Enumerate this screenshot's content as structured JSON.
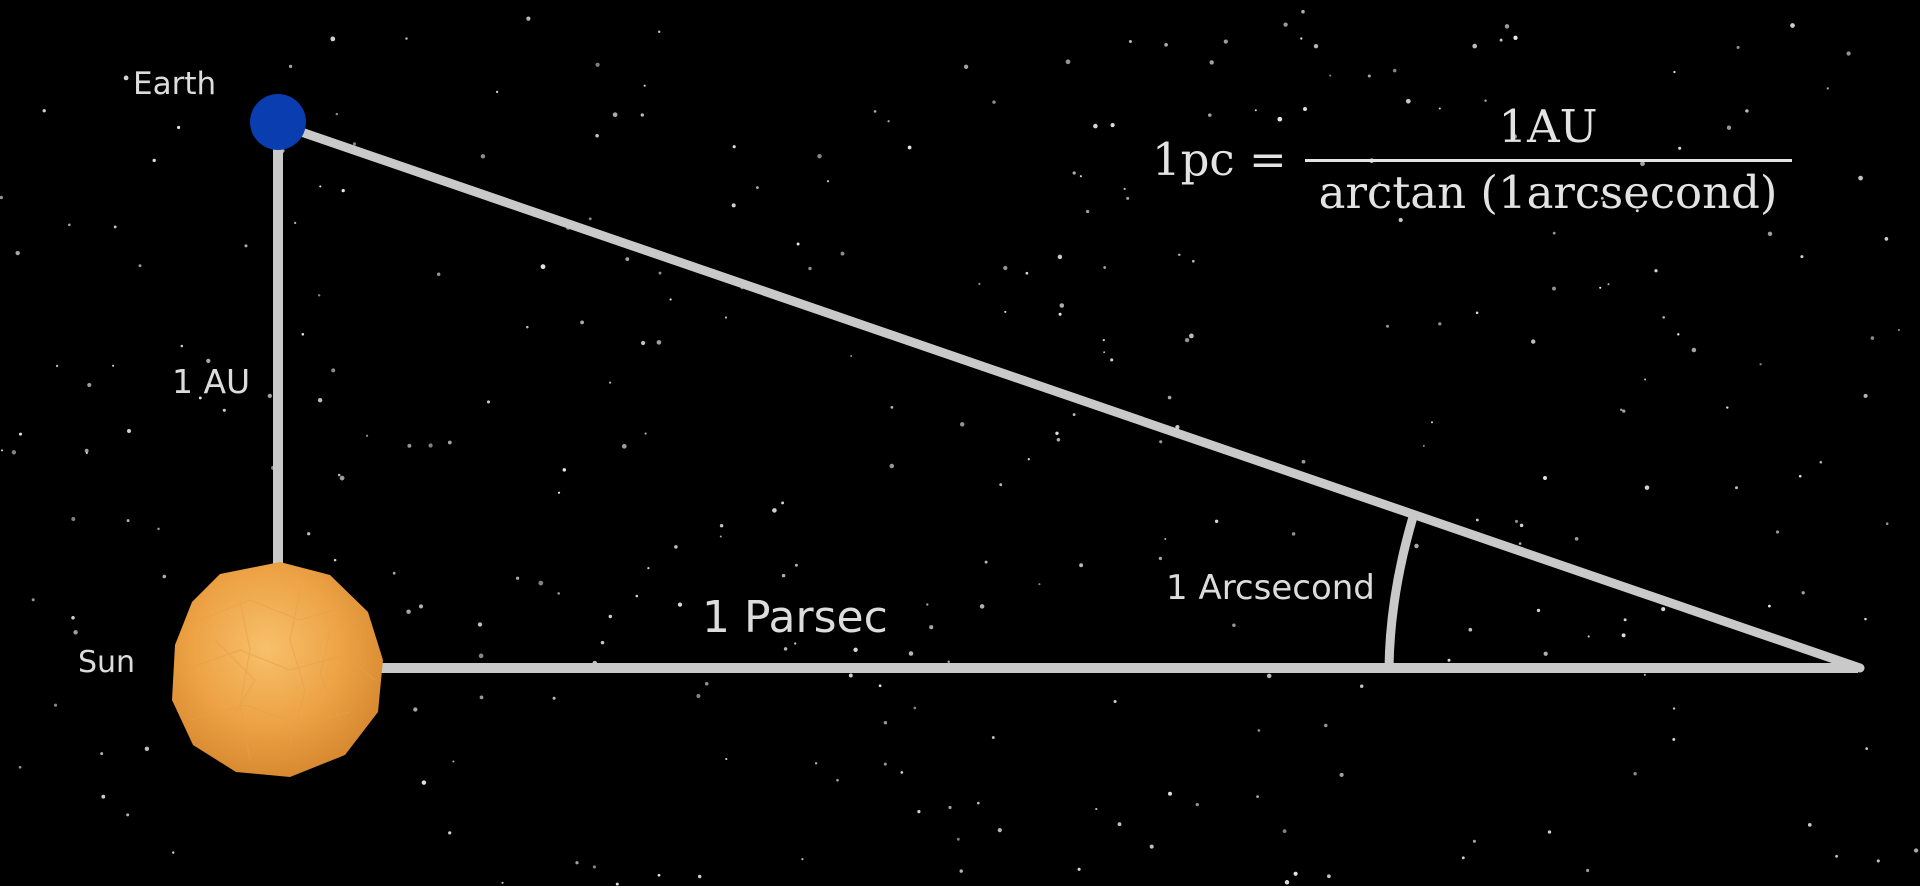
{
  "labels": {
    "earth": "Earth",
    "sun": "Sun",
    "au": "1 AU",
    "parsec": "1 Parsec",
    "arcsecond": "1 Arcsecond"
  },
  "formula": {
    "lhs": "1pc =",
    "numerator": "1AU",
    "denominator": "arctan (1arcsecond)"
  },
  "colors": {
    "background": "#000000",
    "lines": "#c9c9c9",
    "earth": "#0a3db0",
    "sun": "#f0a84a",
    "text": "#dcdcdc",
    "stars": "#e8e8e8"
  }
}
